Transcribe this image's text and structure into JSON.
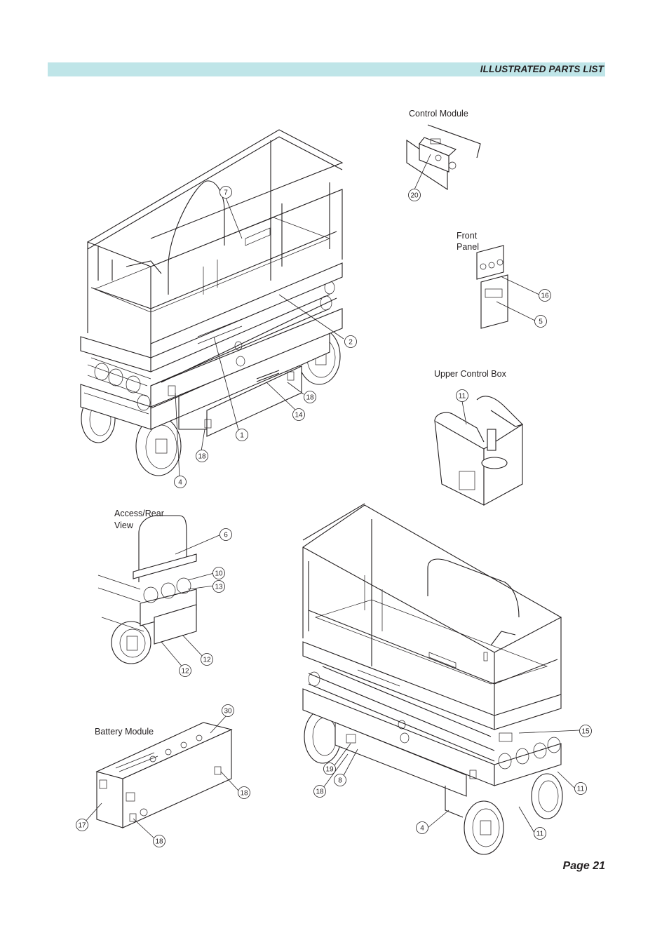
{
  "header": {
    "title": "ILLUSTRATED PARTS LIST"
  },
  "footer": {
    "page": "Page 21"
  },
  "labels": {
    "control_module": "Control Module",
    "front_panel_line1": "Front",
    "front_panel_line2": "Panel",
    "upper_control_box": "Upper Control Box",
    "access_rear_line1": "Access/Rear",
    "access_rear_line2": "View",
    "battery_module": "Battery Module"
  },
  "callouts": {
    "c20": "20",
    "c16": "16",
    "c5": "5",
    "c7": "7",
    "c2": "2",
    "c18a": "18",
    "c14": "14",
    "c1": "1",
    "c18b": "18",
    "c4a": "4",
    "c11a": "11",
    "c6": "6",
    "c10": "10",
    "c13": "13",
    "c12a": "12",
    "c12b": "12",
    "c30": "30",
    "c18c": "18",
    "c17": "17",
    "c18d": "18",
    "c15": "15",
    "c19": "19",
    "c8": "8",
    "c18e": "18",
    "c11b": "11",
    "c4b": "4",
    "c11c": "11"
  }
}
